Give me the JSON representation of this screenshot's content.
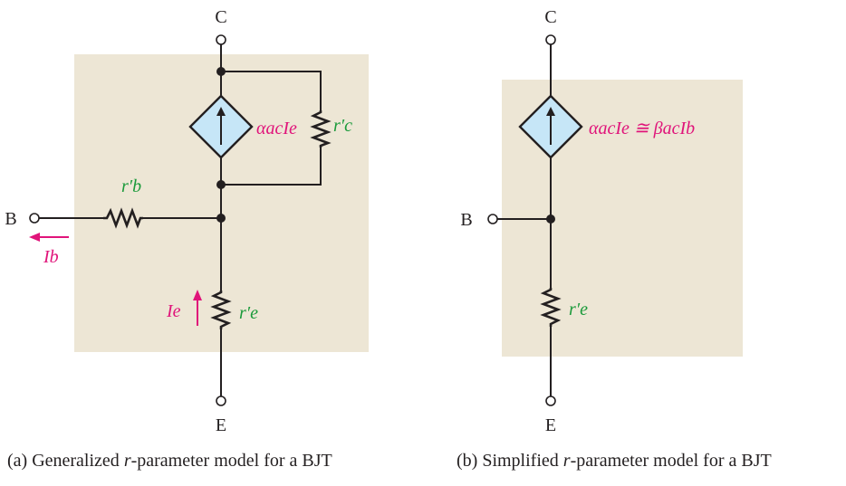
{
  "diagram_a": {
    "terminal_c": "C",
    "terminal_b": "B",
    "terminal_e": "E",
    "source_label": "αacIe",
    "rc_label": "r′c",
    "rb_label": "r′b",
    "re_label": "r′e",
    "ib_label": "Ib",
    "ie_label": "Ie",
    "caption_prefix": "(a) Generalized ",
    "caption_r": "r",
    "caption_suffix": "-parameter model for a BJT"
  },
  "diagram_b": {
    "terminal_c": "C",
    "terminal_b": "B",
    "terminal_e": "E",
    "source_label": "αacIe ≅ βacIb",
    "re_label": "r′e",
    "caption_prefix": "(b) Simplified ",
    "caption_r": "r",
    "caption_suffix": "-parameter model for a BJT"
  },
  "colors": {
    "panel": "#ede6d5",
    "source_fill": "#c6e6f7",
    "green": "#1a9a3a",
    "pink": "#e0147a"
  }
}
